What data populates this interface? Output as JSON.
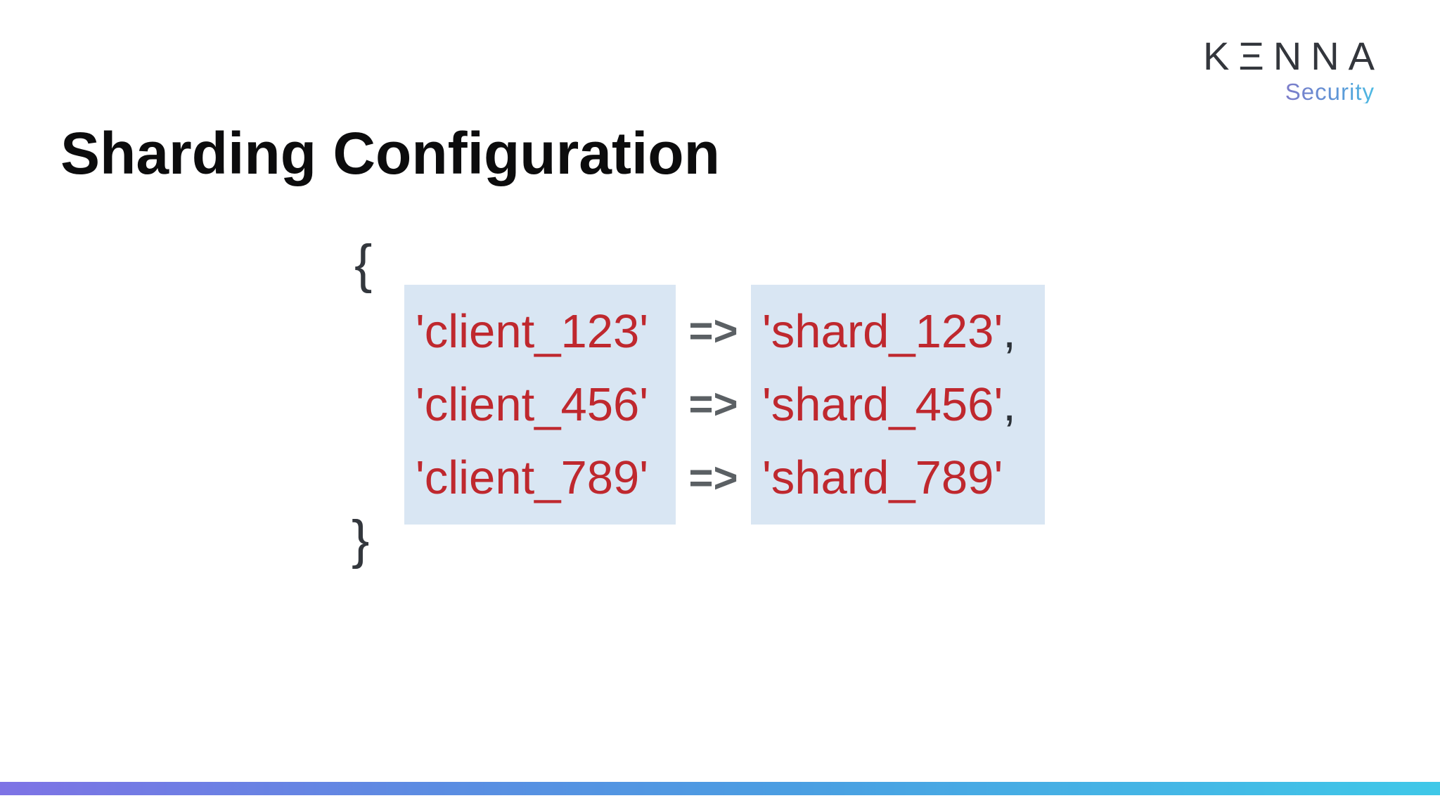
{
  "slide": {
    "title": "Sharding Configuration"
  },
  "logo": {
    "brand": "KΞNNA",
    "sub": "Security"
  },
  "code": {
    "open_brace": "{",
    "close_brace": "}",
    "arrow": "=>",
    "rows": [
      {
        "key": "'client_123'",
        "value": "'shard_123'",
        "comma": ","
      },
      {
        "key": "'client_456'",
        "value": "'shard_456'",
        "comma": ","
      },
      {
        "key": "'client_789'",
        "value": "'shard_789'",
        "comma": ""
      }
    ]
  },
  "colors": {
    "code_red": "#bf282e",
    "highlight_blue": "#d9e6f3",
    "arrow_gray": "#5b6064",
    "brace_gray": "#33373d",
    "title_black": "#0c0c0d",
    "brand_dark": "#33363c",
    "security_gradient_start": "#7d7cc9",
    "security_gradient_end": "#4cbbe3",
    "bar_gradient_left": "#7e73e5",
    "bar_gradient_mid": "#4a9ee2",
    "bar_gradient_right": "#3fc8e8"
  }
}
